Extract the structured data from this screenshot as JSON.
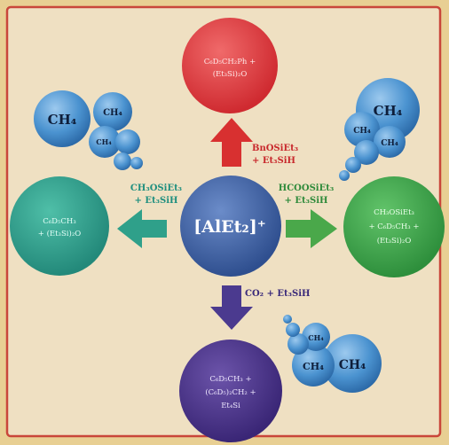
{
  "center": {
    "label": "[AlEt₂]⁺"
  },
  "nodes": {
    "top": {
      "line1": "C₆D₅CH₂Ph +",
      "line2": "(Et₃Si)₂O"
    },
    "left": {
      "line1": "C₆D₅CH₃",
      "line2": "+ (Et₃Si)₂O"
    },
    "right": {
      "line1": "CH₃OSiEt₃",
      "line2": "+ C₆D₅CH₃ +",
      "line3": "(Et₃Si)₂O"
    },
    "bottom": {
      "line1": "C₆D₅CH₃ +",
      "line2": "(C₆D₅)₂CH₂ +",
      "line3": "Et₄Si"
    }
  },
  "reagents": {
    "top": {
      "line1": "BnOSiEt₃",
      "line2": "+ Et₃SiH"
    },
    "left": {
      "line1": "CH₃OSiEt₃",
      "line2": "+ Et₃SiH"
    },
    "right": {
      "line1": "HCOOSiEt₃",
      "line2": "+ Et₃SiH"
    },
    "bottom": {
      "line1": "CO₂ + Et₃SiH"
    }
  },
  "methane_label": "CH₄",
  "colors": {
    "background": "#e8cf93",
    "panel": "#efe0c2",
    "border": "#c9463a",
    "center": "#3f5f9f",
    "top": "#e3373c",
    "left": "#2f9f8a",
    "right": "#3aa64a",
    "bottom": "#4a2e8a",
    "bubble": "#3d86c6",
    "arrow_top": "#d83030",
    "arrow_left": "#2fa08a",
    "arrow_right": "#4aa84a",
    "arrow_bottom": "#4b3a8f",
    "reagent_top": "#c8282c",
    "reagent_side": "#1f8f7f",
    "reagent_bottom": "#3a2a7a"
  }
}
